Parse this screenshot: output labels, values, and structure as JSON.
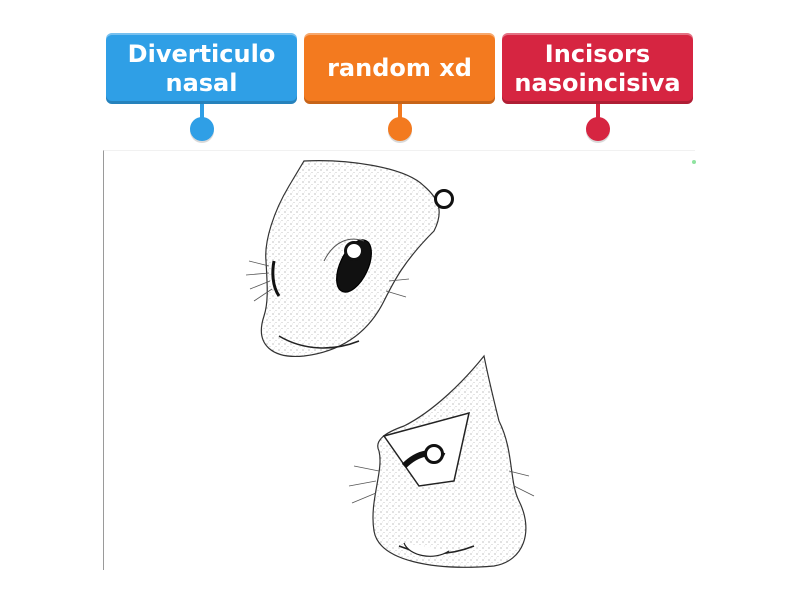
{
  "labels": [
    {
      "id": "diverticulo",
      "text": "Diverticulo\nnasal",
      "color": "#2f9fe6"
    },
    {
      "id": "random",
      "text": "random xd",
      "color": "#f37a1f"
    },
    {
      "id": "incisors",
      "text": "Incisors\nnasoincisiva",
      "color": "#d62541"
    }
  ],
  "diagram": {
    "image_icon": "horse-nostril-sketch",
    "marker_count": 3
  },
  "colors": {
    "blue": "#2f9fe6",
    "orange": "#f37a1f",
    "red": "#d62541",
    "marker_border": "#111111"
  }
}
